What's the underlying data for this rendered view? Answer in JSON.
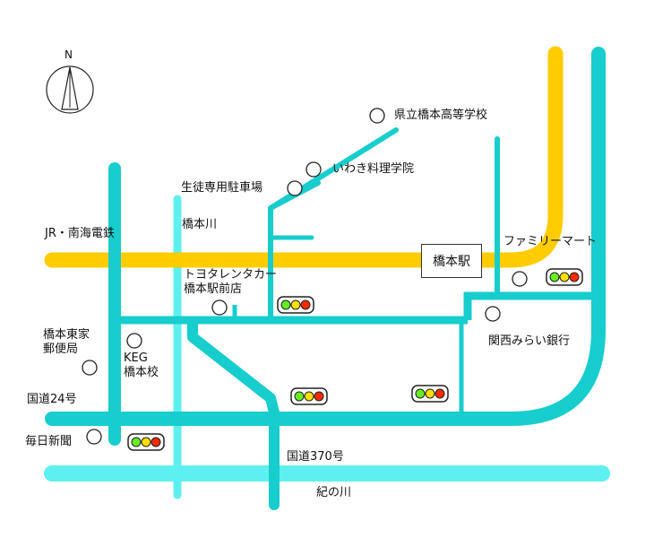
{
  "colors": {
    "road": "#17cdcd",
    "river": "#5ef0f0",
    "rail": "#ffcc00",
    "signal_red": "#ff2a00",
    "signal_yellow": "#ffe000",
    "signal_green": "#66ee22"
  },
  "compass": {
    "label": "N"
  },
  "labels": {
    "school": "県立橋本高等学校",
    "cooking_school": "いわき料理学院",
    "parking": "生徒専用駐車場",
    "river_hashimoto": "橋本川",
    "railway": "JR・南海電鉄",
    "station": "橋本駅",
    "familymart": "ファミリーマート",
    "toyota_rental": "トヨタレンタカー\n橋本駅前店",
    "kansai_bank": "関西みらい銀行",
    "post_office": "橋本東家\n郵便局",
    "keg_school": "KEG\n橋本校",
    "route24": "国道24号",
    "mainichi": "毎日新聞",
    "route370": "国道370号",
    "kinokawa": "紀の川"
  }
}
